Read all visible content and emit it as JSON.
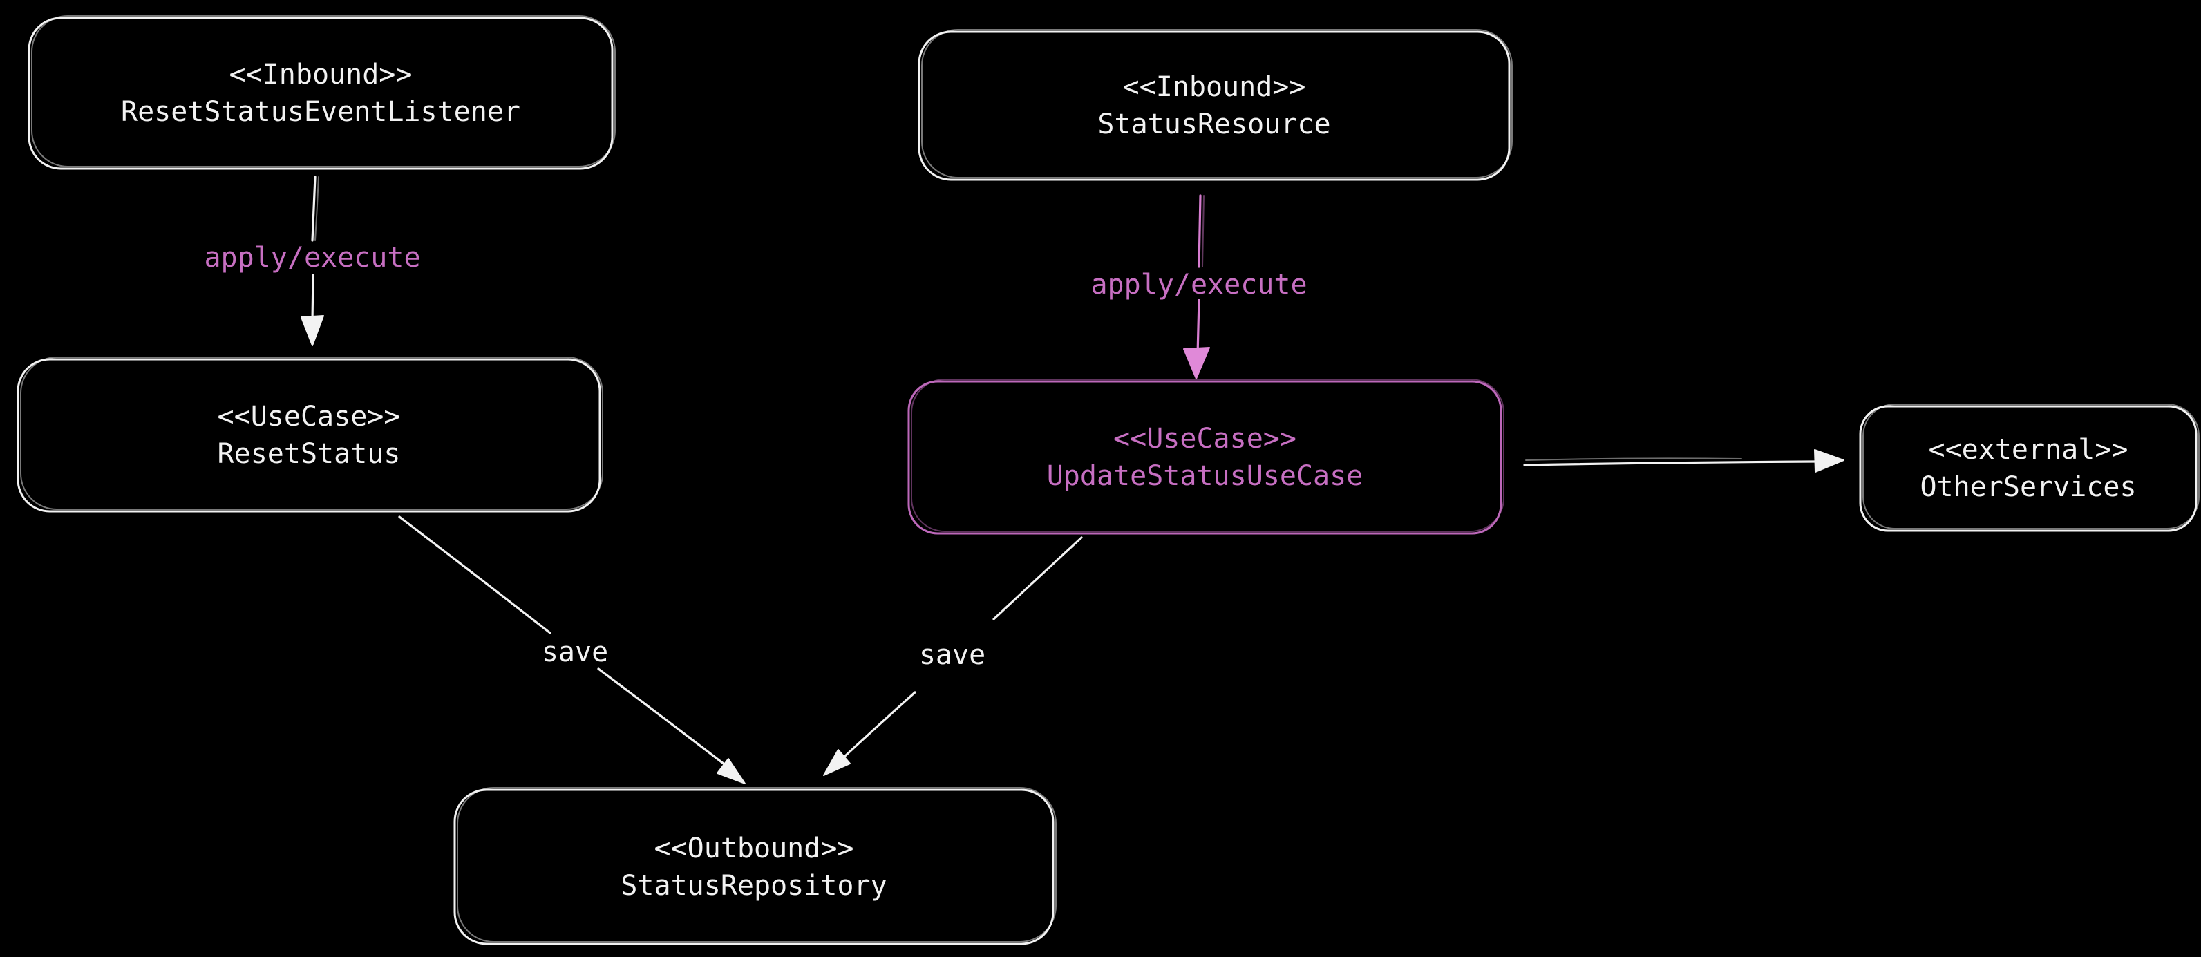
{
  "theme": {
    "bg": "#000000",
    "ink_white": "#f2f2f2",
    "ink_pink": "#c76fc2",
    "stroke_pink": "#bd68ba",
    "line_pink": "#d77dd0",
    "arrow_pink": "#e089d8"
  },
  "nodes": [
    {
      "id": "reset-status-event-listener",
      "stereotype": "<<Inbound>>",
      "name": "ResetStatusEventListener",
      "variant": "white"
    },
    {
      "id": "status-resource",
      "stereotype": "<<Inbound>>",
      "name": "StatusResource",
      "variant": "white"
    },
    {
      "id": "reset-status",
      "stereotype": "<<UseCase>>",
      "name": "ResetStatus",
      "variant": "white"
    },
    {
      "id": "update-status-usecase",
      "stereotype": "<<UseCase>>",
      "name": "UpdateStatusUseCase",
      "variant": "pink"
    },
    {
      "id": "other-services",
      "stereotype": "<<external>>",
      "name": "OtherServices",
      "variant": "white"
    },
    {
      "id": "status-repository",
      "stereotype": "<<Outbound>>",
      "name": "StatusRepository",
      "variant": "white"
    }
  ],
  "edges": [
    {
      "from": "reset-status-event-listener",
      "to": "reset-status",
      "label": "apply/execute",
      "color": "white",
      "label_color": "pink"
    },
    {
      "from": "status-resource",
      "to": "update-status-usecase",
      "label": "apply/execute",
      "color": "pink",
      "label_color": "pink"
    },
    {
      "from": "reset-status",
      "to": "status-repository",
      "label": "save",
      "color": "white",
      "label_color": "white"
    },
    {
      "from": "update-status-usecase",
      "to": "status-repository",
      "label": "save",
      "color": "white",
      "label_color": "white"
    },
    {
      "from": "update-status-usecase",
      "to": "other-services",
      "label": "",
      "color": "white",
      "label_color": "white"
    }
  ]
}
